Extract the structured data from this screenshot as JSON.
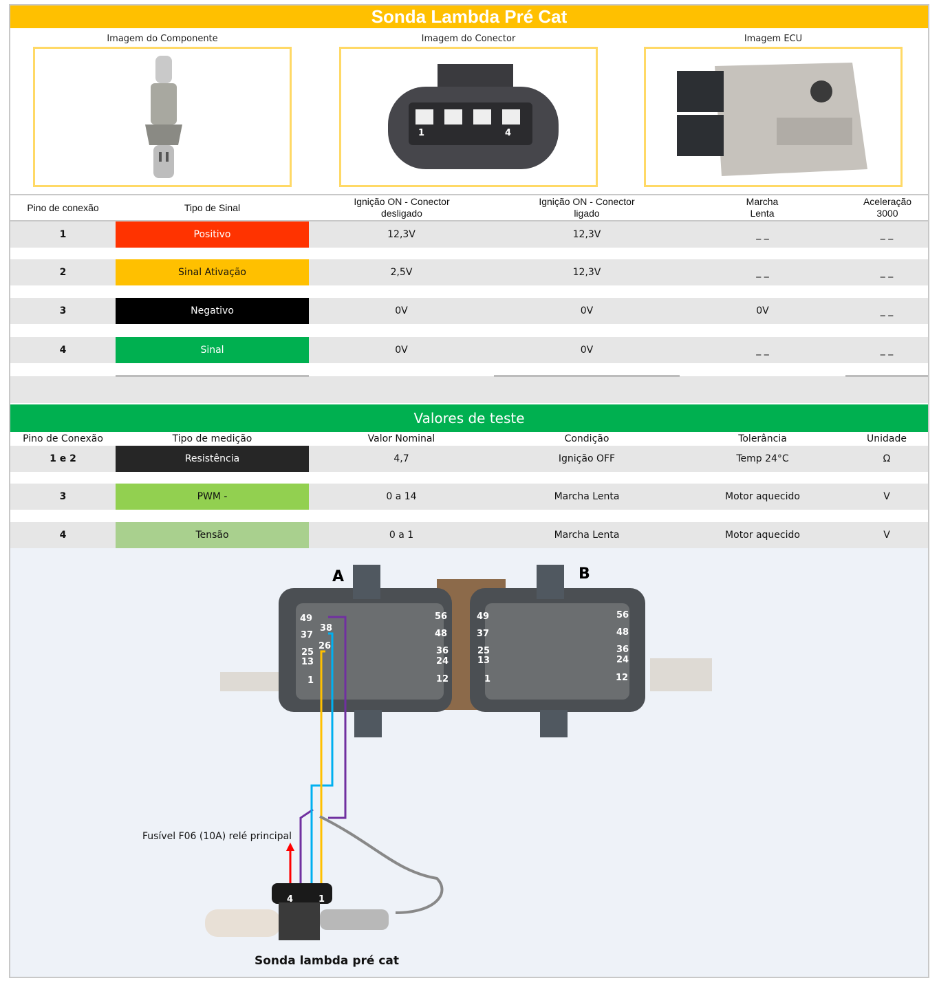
{
  "title": "Sonda Lambda Pré Cat",
  "images": {
    "component": "Imagem do Componente",
    "connector": "Imagem do Conector",
    "ecu": "Imagem ECU",
    "connector_pins": [
      "1",
      "4"
    ]
  },
  "table1": {
    "headers": [
      "Pino de conexão",
      "Tipo de Sinal",
      "Ignição ON - Conector desligado",
      "Ignição ON - Conector ligado",
      "Marcha Lenta",
      "Aceleração 3000"
    ],
    "rows": [
      {
        "pin": "1",
        "type": "Positivo",
        "color": "#FF3300",
        "text_color": "#ffffff",
        "on_off": "12,3V",
        "on_on": "12,3V",
        "idle": "_ _",
        "accel": "_ _"
      },
      {
        "pin": "2",
        "type": "Sinal Ativação",
        "color": "#FFC000",
        "text_color": "#111111",
        "on_off": "2,5V",
        "on_on": "12,3V",
        "idle": "_ _",
        "accel": "_ _"
      },
      {
        "pin": "3",
        "type": "Negativo",
        "color": "#000000",
        "text_color": "#ffffff",
        "on_off": "0V",
        "on_on": "0V",
        "idle": "0V",
        "accel": "_ _"
      },
      {
        "pin": "4",
        "type": "Sinal",
        "color": "#00B050",
        "text_color": "#ffffff",
        "on_off": "0V",
        "on_on": "0V",
        "idle": "_ _",
        "accel": "_ _"
      }
    ]
  },
  "test": {
    "title": "Valores de teste",
    "headers": [
      "Pino de Conexão",
      "Tipo de medição",
      "Valor Nominal",
      "Condição",
      "Tolerância",
      "Unidade"
    ],
    "rows": [
      {
        "pin": "1 e 2",
        "type": "Resistência",
        "color": "#262626",
        "text_color": "#ffffff",
        "nominal": "4,7",
        "condition": "Ignição OFF",
        "tolerance": "Temp 24°C",
        "unit": "Ω"
      },
      {
        "pin": "3",
        "type": "PWM -",
        "color": "#92D050",
        "text_color": "#111111",
        "nominal": "0 a 14",
        "condition": "Marcha Lenta",
        "tolerance": "Motor aquecido",
        "unit": "V"
      },
      {
        "pin": "4",
        "type": "Tensão",
        "color": "#A9D08E",
        "text_color": "#111111",
        "nominal": "0 a 1",
        "condition": "Marcha Lenta",
        "tolerance": "Motor aquecido",
        "unit": "V"
      }
    ]
  },
  "diagram": {
    "connector_a": "A",
    "connector_b": "B",
    "pins_left": [
      "49",
      "37",
      "25",
      "13",
      "1"
    ],
    "pins_right": [
      "56",
      "48",
      "36",
      "24",
      "12"
    ],
    "pin_38": "38",
    "pin_26": "26",
    "fuse_label": "Fusível F06  (10A)  relé principal",
    "sensor_pins": [
      "4",
      "1"
    ],
    "caption": "Sonda lambda pré cat"
  }
}
